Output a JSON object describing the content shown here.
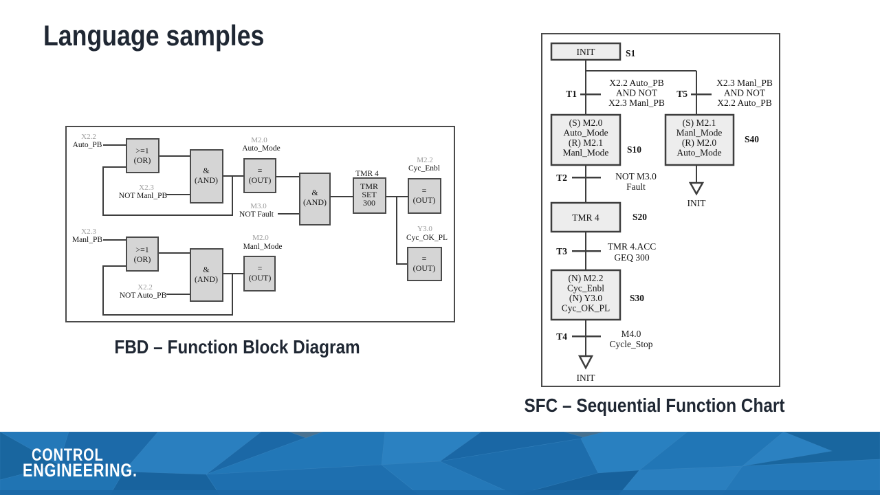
{
  "slide": {
    "title": "Language samples",
    "fbd_caption": "FBD – Function Block Diagram",
    "sfc_caption": "SFC – Sequential Function Chart"
  },
  "fbd": {
    "net1": {
      "in1_addr": "X2.2",
      "in1_name": "Auto_PB",
      "or_l1": ">=1",
      "or_l2": "(OR)",
      "in2_addr": "X2.3",
      "in2_name": "NOT Manl_PB",
      "and1_l1": "&",
      "and1_l2": "(AND)",
      "out1_addr": "M2.0",
      "out1_name": "Auto_Mode",
      "out1_l1": "=",
      "out1_l2": "(OUT)",
      "in3_addr": "M3.0",
      "in3_name": "NOT Fault",
      "and2_l1": "&",
      "and2_l2": "(AND)",
      "tmr_title": "TMR 4",
      "tmr_l1": "TMR",
      "tmr_l2": "SET",
      "tmr_l3": "300",
      "out2_addr": "M2.2",
      "out2_name": "Cyc_Enbl",
      "out2_l1": "=",
      "out2_l2": "(OUT)",
      "out3_addr": "Y3.0",
      "out3_name": "Cyc_OK_PL",
      "out3_l1": "=",
      "out3_l2": "(OUT)"
    },
    "net2": {
      "in1_addr": "X2.3",
      "in1_name": "Manl_PB",
      "or_l1": ">=1",
      "or_l2": "(OR)",
      "in2_addr": "X2.2",
      "in2_name": "NOT Auto_PB",
      "and_l1": "&",
      "and_l2": "(AND)",
      "out_addr": "M2.0",
      "out_name": "Manl_Mode",
      "out_l1": "=",
      "out_l2": "(OUT)"
    }
  },
  "sfc": {
    "s1": "INIT",
    "s1_label": "S1",
    "t1_label": "T1",
    "t1_cond": [
      "X2.2 Auto_PB",
      "AND NOT",
      "X2.3 Manl_PB"
    ],
    "t5_label": "T5",
    "t5_cond": [
      "X2.3 Manl_PB",
      "AND NOT",
      "X2.2 Auto_PB"
    ],
    "s10_lines": [
      "(S) M2.0",
      "Auto_Mode",
      "(R) M2.1",
      "Manl_Mode"
    ],
    "s10_label": "S10",
    "s40_lines": [
      "(S) M2.1",
      "Manl_Mode",
      "(R) M2.0",
      "Auto_Mode"
    ],
    "s40_label": "S40",
    "jump1": "INIT",
    "t2_label": "T2",
    "t2_cond": [
      "NOT M3.0",
      "Fault"
    ],
    "s20": "TMR 4",
    "s20_label": "S20",
    "t3_label": "T3",
    "t3_cond": [
      "TMR 4.ACC",
      "GEQ 300"
    ],
    "s30_lines": [
      "(N) M2.2",
      "Cyc_Enbl",
      "(N) Y3.0",
      "Cyc_OK_PL"
    ],
    "s30_label": "S30",
    "t4_label": "T4",
    "t4_cond": [
      "M4.0",
      "Cycle_Stop"
    ],
    "jump2": "INIT"
  },
  "footer": {
    "logo_line1": "CONTROL",
    "logo_line2": "ENGINEERING."
  },
  "colors": {
    "banner_blue": "#1E6FAE",
    "title_text": "#1F2733",
    "block_fill": "#D5D5D5",
    "step_fill": "#EDEDED",
    "line_color": "#3D3D3D",
    "address_gray": "#9A9A9A"
  }
}
